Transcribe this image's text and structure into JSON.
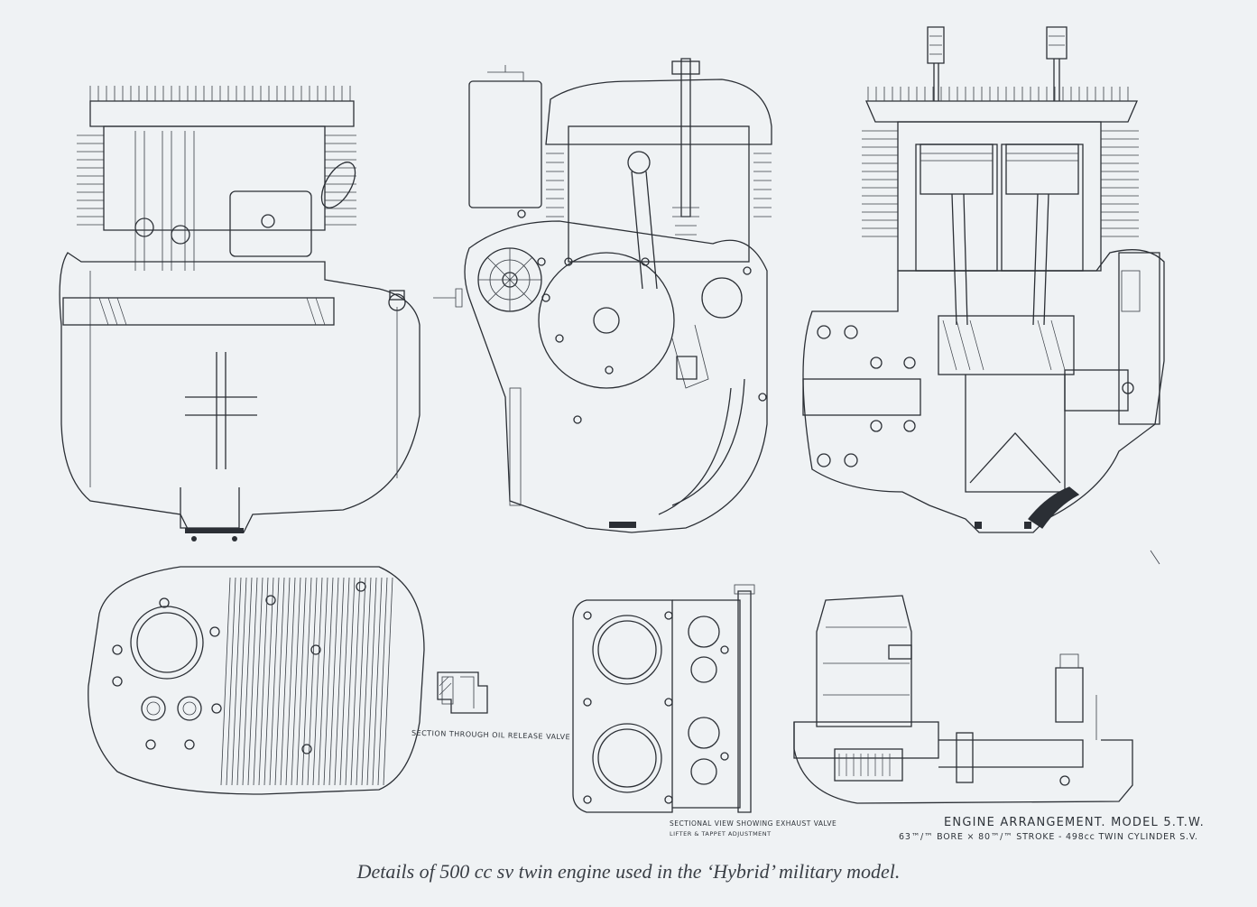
{
  "labels": {
    "section_relief": "SECTION THROUGH OIL RELEASE VALVE",
    "sectional_line1": "SECTIONAL VIEW SHOWING EXHAUST VALVE",
    "sectional_line2": "LIFTER & TAPPET ADJUSTMENT",
    "title_line1": "ENGINE ARRANGEMENT.  MODEL 5.T.W.",
    "title_line2": "63™/™ BORE × 80™/™ STROKE - 498cc TWIN CYLINDER  S.V."
  },
  "caption": "Details of 500 cc sv twin engine used in the ‘Hybrid’ military model.",
  "colors": {
    "paper": "#eff2f4",
    "ink": "#2b2f35"
  }
}
